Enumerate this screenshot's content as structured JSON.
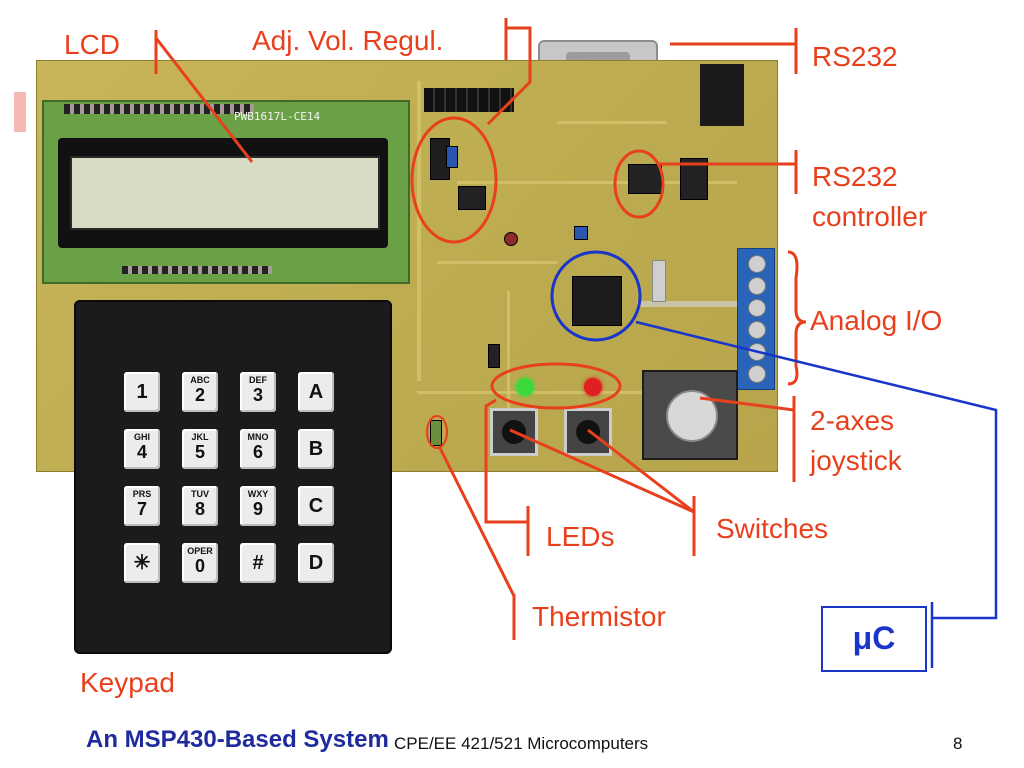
{
  "labels": {
    "lcd": "LCD",
    "adj_vol_regul": "Adj. Vol. Regul.",
    "rs232": "RS232",
    "rs232_controller_line1": "RS232",
    "rs232_controller_line2": "controller",
    "analog_io": "Analog I/O",
    "joystick_line1": "2-axes",
    "joystick_line2": "joystick",
    "switches": "Switches",
    "leds": "LEDs",
    "thermistor": "Thermistor",
    "keypad": "Keypad",
    "microcontroller": "μC"
  },
  "board": {
    "lcd_silkscreen": "PWB1617L-CE14"
  },
  "keypad_keys": [
    {
      "sub": "",
      "main": "1"
    },
    {
      "sub": "ABC",
      "main": "2"
    },
    {
      "sub": "DEF",
      "main": "3"
    },
    {
      "sub": "",
      "main": "A"
    },
    {
      "sub": "GHI",
      "main": "4"
    },
    {
      "sub": "JKL",
      "main": "5"
    },
    {
      "sub": "MNO",
      "main": "6"
    },
    {
      "sub": "",
      "main": "B"
    },
    {
      "sub": "PRS",
      "main": "7"
    },
    {
      "sub": "TUV",
      "main": "8"
    },
    {
      "sub": "WXY",
      "main": "9"
    },
    {
      "sub": "",
      "main": "C"
    },
    {
      "sub": "",
      "main": "✳"
    },
    {
      "sub": "OPER",
      "main": "0"
    },
    {
      "sub": "",
      "main": "#"
    },
    {
      "sub": "",
      "main": "D"
    }
  ],
  "footer": {
    "title": "An MSP430-Based System",
    "course": "CPE/EE 421/521 Microcomputers",
    "page": "8"
  },
  "colors": {
    "callout": "#e8401c",
    "microcontroller": "#1a35c9",
    "title": "#1f2a9c"
  }
}
